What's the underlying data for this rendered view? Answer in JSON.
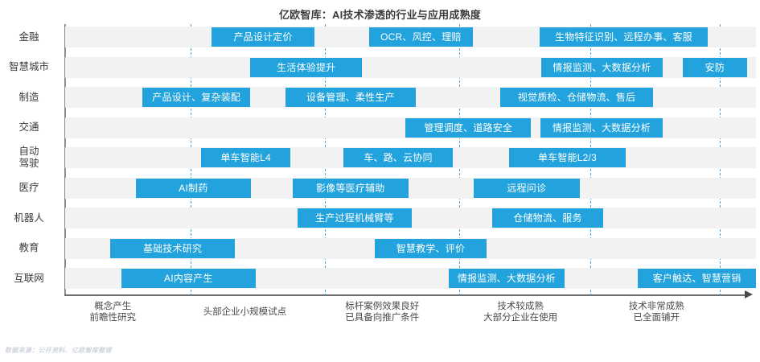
{
  "title": "亿欧智库：AI技术渗透的行业与应用成熟度",
  "source_note": "数据来源：公开资料、亿欧智库整理",
  "colors": {
    "bar": "#22a3dd",
    "stripe": "#f2f2f2",
    "divider": "#2f8fd0",
    "axis": "#6e6e6e",
    "text": "#3d3d3d"
  },
  "chart_data": {
    "type": "bar",
    "title": "亿欧智库：AI技术渗透的行业与应用成熟度",
    "xlabel": "",
    "ylabel": "",
    "grid": false,
    "legend": "none",
    "orientation": "horizontal-timeline",
    "x_stages": [
      {
        "id": "stage-1",
        "lines": [
          "概念产生",
          "前瞻性研究"
        ],
        "center_pct": 6.9
      },
      {
        "id": "stage-2",
        "lines": [
          "头部企业小规模试点"
        ],
        "center_pct": 26.0
      },
      {
        "id": "stage-3",
        "lines": [
          "标杆案例效果良好",
          "已具备向推广条件"
        ],
        "center_pct": 45.9
      },
      {
        "id": "stage-4",
        "lines": [
          "技术较成熟",
          "大部分企业在使用"
        ],
        "center_pct": 65.9
      },
      {
        "id": "stage-5",
        "lines": [
          "技术非常成熟",
          "已全面铺开"
        ],
        "center_pct": 85.6
      }
    ],
    "dividers_pct": [
      18.2,
      37.6,
      57.0,
      76.0,
      94.8
    ],
    "categories": [
      {
        "label": "金融",
        "label_lines": [
          "金融"
        ],
        "items": [
          {
            "text": "产品设计定价",
            "start_pct": 21.2,
            "end_pct": 36.1
          },
          {
            "text": "OCR、风控、理赔",
            "start_pct": 44.0,
            "end_pct": 59.0
          },
          {
            "text": "生物特征识别、远程办事、客服",
            "start_pct": 68.7,
            "end_pct": 93.0
          }
        ]
      },
      {
        "label": "智慧城市",
        "label_lines": [
          "智慧城市"
        ],
        "items": [
          {
            "text": "生活体验提升",
            "start_pct": 26.8,
            "end_pct": 43.0
          },
          {
            "text": "情报监测、大数据分析",
            "start_pct": 68.9,
            "end_pct": 86.5
          },
          {
            "text": "安防",
            "start_pct": 89.4,
            "end_pct": 98.7
          }
        ]
      },
      {
        "label": "制造",
        "label_lines": [
          "制造"
        ],
        "items": [
          {
            "text": "产品设计、复杂装配",
            "start_pct": 11.2,
            "end_pct": 26.8
          },
          {
            "text": "设备管理、柔性生产",
            "start_pct": 31.9,
            "end_pct": 50.7
          },
          {
            "text": "视觉质检、仓储物流、售后",
            "start_pct": 63.0,
            "end_pct": 85.1
          }
        ]
      },
      {
        "label": "交通",
        "label_lines": [
          "交通"
        ],
        "items": [
          {
            "text": "管理调度、道路安全",
            "start_pct": 49.3,
            "end_pct": 67.4
          },
          {
            "text": "情报监测、大数据分析",
            "start_pct": 68.8,
            "end_pct": 86.5
          }
        ]
      },
      {
        "label": "自动驾驶",
        "label_lines": [
          "自动",
          "驾驶"
        ],
        "items": [
          {
            "text": "单车智能L4",
            "start_pct": 19.7,
            "end_pct": 32.6
          },
          {
            "text": "车、路、云协同",
            "start_pct": 40.3,
            "end_pct": 56.1
          },
          {
            "text": "单车智能L2/3",
            "start_pct": 64.3,
            "end_pct": 81.1
          }
        ]
      },
      {
        "label": "医疗",
        "label_lines": [
          "医疗"
        ],
        "items": [
          {
            "text": "AI制药",
            "start_pct": 10.2,
            "end_pct": 26.9
          },
          {
            "text": "影像等医疗辅助",
            "start_pct": 32.9,
            "end_pct": 49.7
          },
          {
            "text": "远程问诊",
            "start_pct": 59.1,
            "end_pct": 74.5
          }
        ]
      },
      {
        "label": "机器人",
        "label_lines": [
          "机器人"
        ],
        "items": [
          {
            "text": "生产过程机械臂等",
            "start_pct": 33.6,
            "end_pct": 50.2
          },
          {
            "text": "仓储物流、服务",
            "start_pct": 61.8,
            "end_pct": 77.9
          }
        ]
      },
      {
        "label": "教育",
        "label_lines": [
          "教育"
        ],
        "items": [
          {
            "text": "基础技术研究",
            "start_pct": 6.5,
            "end_pct": 24.6
          },
          {
            "text": "智慧教学、评价",
            "start_pct": 44.8,
            "end_pct": 61.0
          }
        ]
      },
      {
        "label": "互联网",
        "label_lines": [
          "互联网"
        ],
        "items": [
          {
            "text": "AI内容产生",
            "start_pct": 8.1,
            "end_pct": 27.6
          },
          {
            "text": "情报监测、大数据分析",
            "start_pct": 55.5,
            "end_pct": 72.3
          },
          {
            "text": "客户触达、智慧营销",
            "start_pct": 82.9,
            "end_pct": 100.0
          }
        ]
      }
    ]
  }
}
